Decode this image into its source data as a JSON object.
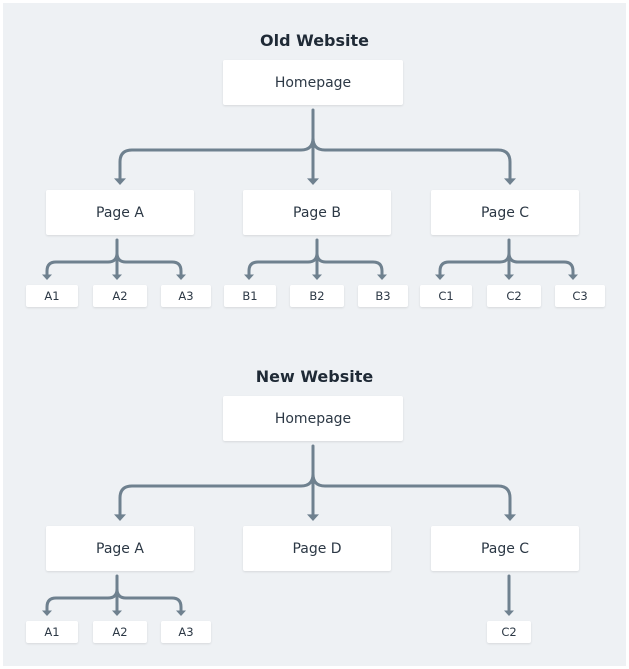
{
  "old_site": {
    "title": "Old Website",
    "homepage": "Homepage",
    "pages": [
      {
        "label": "Page A",
        "children": [
          "A1",
          "A2",
          "A3"
        ]
      },
      {
        "label": "Page B",
        "children": [
          "B1",
          "B2",
          "B3"
        ]
      },
      {
        "label": "Page C",
        "children": [
          "C1",
          "C2",
          "C3"
        ]
      }
    ]
  },
  "new_site": {
    "title": "New Website",
    "homepage": "Homepage",
    "pages": [
      {
        "label": "Page A",
        "children": [
          "A1",
          "A2",
          "A3"
        ]
      },
      {
        "label": "Page D",
        "children": []
      },
      {
        "label": "Page C",
        "children": [
          "C2"
        ]
      }
    ]
  },
  "colors": {
    "background": "#eef1f4",
    "node": "#ffffff",
    "connector": "#6f818f",
    "title_text": "#1f2a36"
  }
}
